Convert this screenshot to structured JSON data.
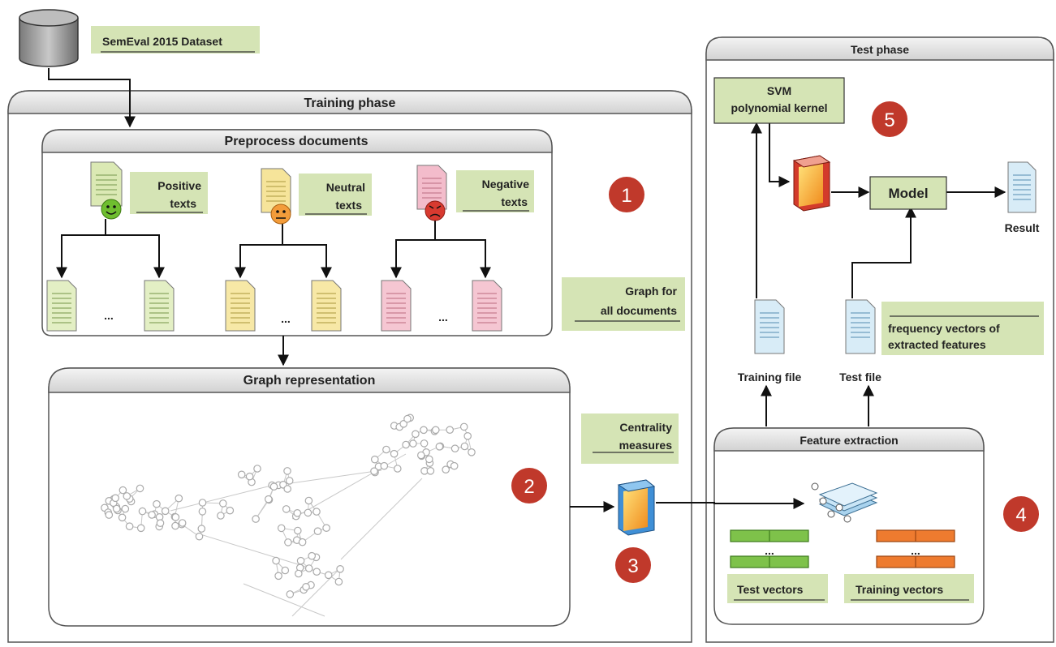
{
  "dataset": {
    "label": "SemEval 2015 Dataset"
  },
  "training_phase": {
    "title": "Training phase",
    "preprocess": {
      "title": "Preprocess documents",
      "positive": [
        "Positive",
        "texts"
      ],
      "neutral": [
        "Neutral",
        "texts"
      ],
      "negative": [
        "Negative",
        "texts"
      ],
      "ellipsis": "..."
    },
    "graph_note": [
      "Graph for",
      "all documents"
    ],
    "graph_representation": {
      "title": "Graph representation"
    },
    "centrality_note": [
      "Centrality",
      "measures"
    ]
  },
  "test_phase": {
    "title": "Test phase",
    "svm": [
      "SVM",
      "polynomial kernel"
    ],
    "model": "Model",
    "result": "Result",
    "training_file": "Training file",
    "test_file": "Test file",
    "freq_note": [
      "frequency vectors of",
      "extracted features"
    ],
    "feature_extraction": {
      "title": "Feature extraction",
      "test_vectors": "Test vectors",
      "training_vectors": "Training vectors",
      "ellipsis": "..."
    }
  },
  "steps": [
    "1",
    "2",
    "3",
    "4",
    "5"
  ],
  "colors": {
    "note_bg": "#d5e4b5",
    "step_red": "#c0392b",
    "green_bar": "#7ec24a",
    "orange_bar": "#ee7b2f",
    "panel_stroke": "#555555"
  }
}
